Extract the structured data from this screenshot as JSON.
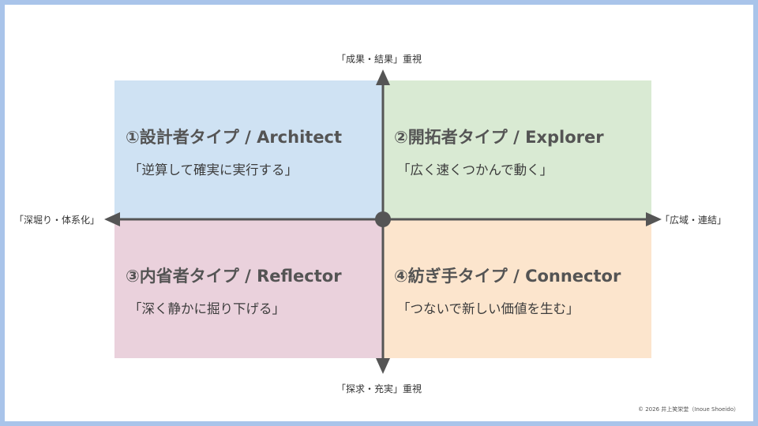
{
  "axes": {
    "top": "「成果・結果」重視",
    "bottom": "「探求・充実」重視",
    "left": "「深堀り・体系化」",
    "right": "「広域・連結」"
  },
  "quadrants": [
    {
      "title": "①設計者タイプ / Architect",
      "subtitle": "「逆算して確実に実行する」",
      "color": "#cfe2f3"
    },
    {
      "title": "②開拓者タイプ / Explorer",
      "subtitle": "「広く速くつかんで動く」",
      "color": "#d9ead3"
    },
    {
      "title": "③内省者タイプ / Reflector",
      "subtitle": "「深く静かに掘り下げる」",
      "color": "#ead1dc"
    },
    {
      "title": "④紡ぎ手タイプ / Connector",
      "subtitle": "「つないで新しい価値を生む」",
      "color": "#fce5cd"
    }
  ],
  "copyright": "© 2026 井上笑栄堂（Inoue Shoeido）"
}
